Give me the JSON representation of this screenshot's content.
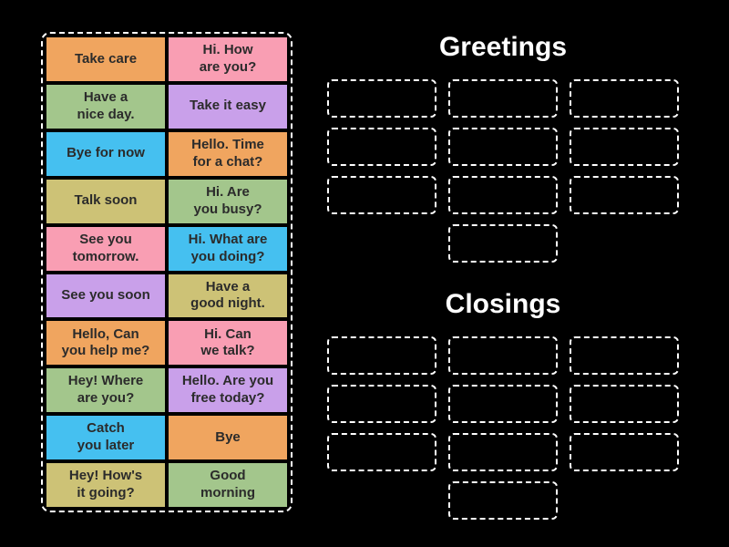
{
  "colors": {
    "background": "#000000",
    "dash_border": "#ffffff",
    "tile_text": "#2b2b2b",
    "title_text": "#ffffff",
    "palette": {
      "orange": "#f0a55f",
      "pink": "#f99eb3",
      "green": "#a3c68c",
      "purple": "#c9a0ea",
      "blue": "#45c0f0",
      "khaki": "#cdc276"
    }
  },
  "tiles": [
    {
      "label": "Take care",
      "color": "#f0a55f"
    },
    {
      "label": "Hi. How\nare you?",
      "color": "#f99eb3"
    },
    {
      "label": "Have a\nnice day.",
      "color": "#a3c68c"
    },
    {
      "label": "Take it easy",
      "color": "#c9a0ea"
    },
    {
      "label": "Bye for now",
      "color": "#45c0f0"
    },
    {
      "label": "Hello. Time\nfor a chat?",
      "color": "#f0a55f"
    },
    {
      "label": "Talk soon",
      "color": "#cdc276"
    },
    {
      "label": "Hi. Are\nyou busy?",
      "color": "#a3c68c"
    },
    {
      "label": "See you\ntomorrow.",
      "color": "#f99eb3"
    },
    {
      "label": "Hi. What are\nyou doing?",
      "color": "#45c0f0"
    },
    {
      "label": "See you soon",
      "color": "#c9a0ea"
    },
    {
      "label": "Have a\ngood night.",
      "color": "#cdc276"
    },
    {
      "label": "Hello, Can\nyou help me?",
      "color": "#f0a55f"
    },
    {
      "label": "Hi. Can\nwe talk?",
      "color": "#f99eb3"
    },
    {
      "label": "Hey! Where\nare you?",
      "color": "#a3c68c"
    },
    {
      "label": "Hello. Are you\nfree today?",
      "color": "#c9a0ea"
    },
    {
      "label": "Catch\nyou later",
      "color": "#45c0f0"
    },
    {
      "label": "Bye",
      "color": "#f0a55f"
    },
    {
      "label": "Hey! How's\nit going?",
      "color": "#cdc276"
    },
    {
      "label": "Good\nmorning",
      "color": "#a3c68c"
    }
  ],
  "groups": [
    {
      "title": "Greetings",
      "slot_count": 10
    },
    {
      "title": "Closings",
      "slot_count": 10
    }
  ]
}
